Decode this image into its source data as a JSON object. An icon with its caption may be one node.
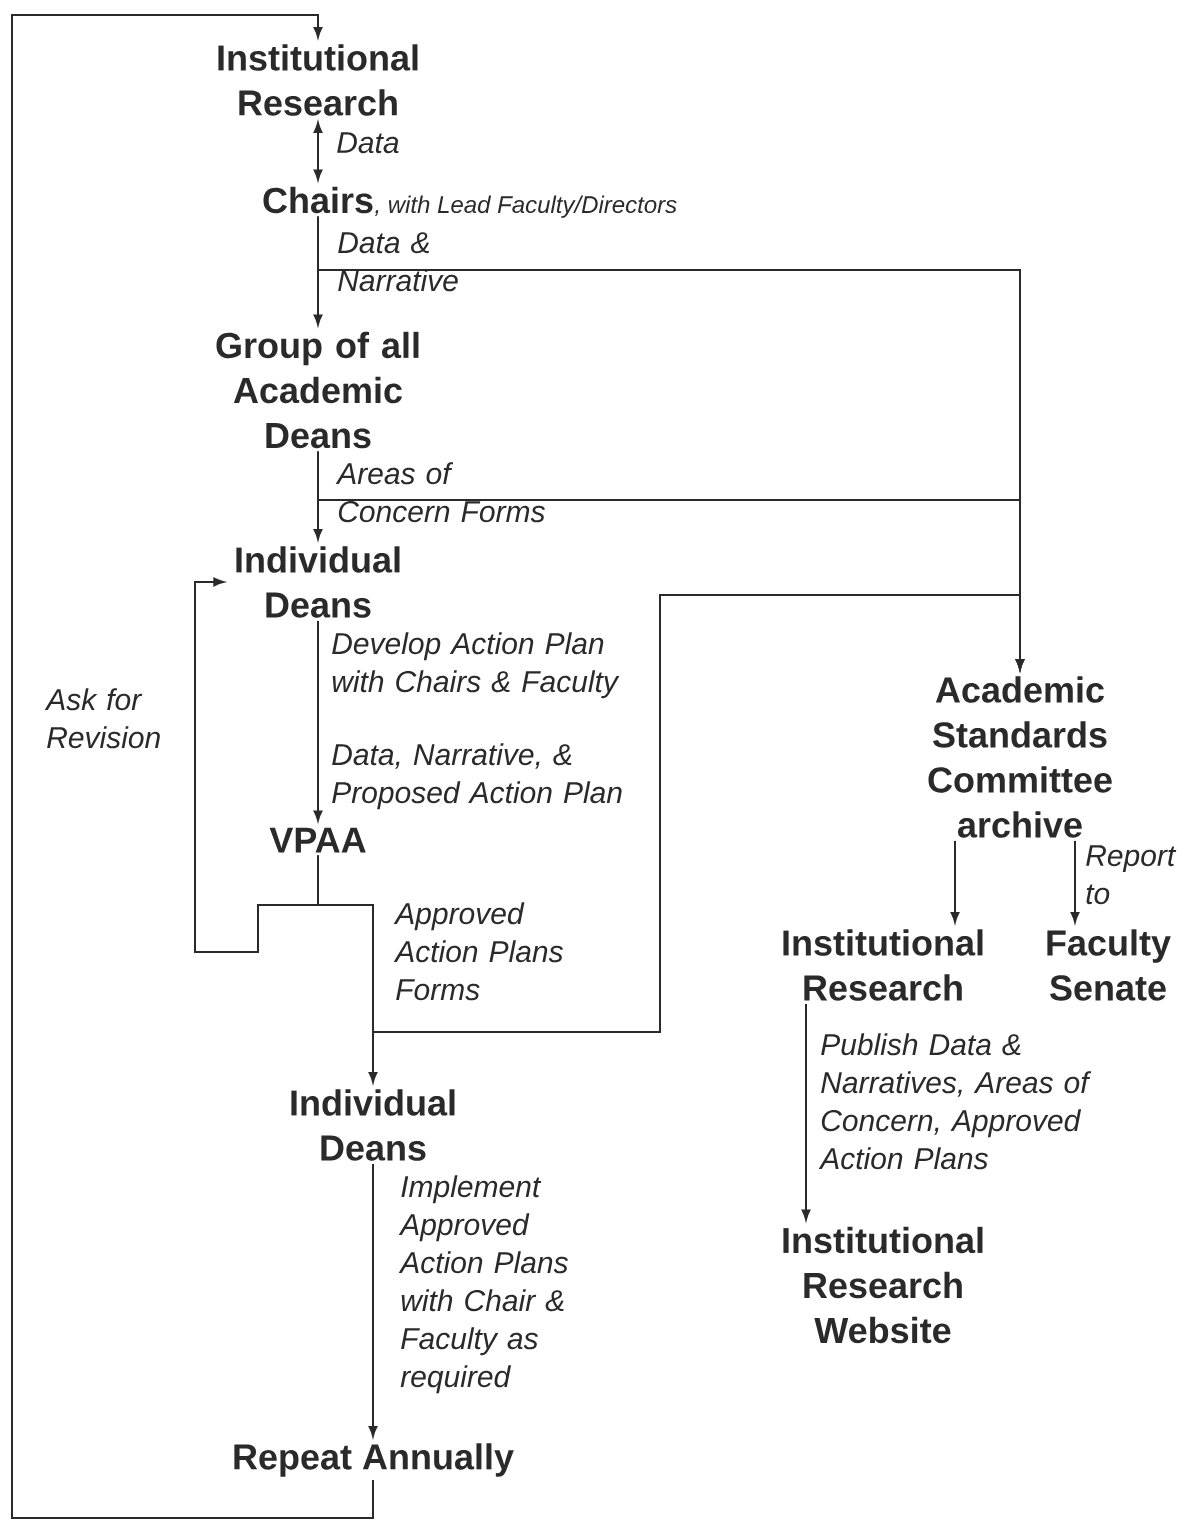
{
  "diagram": {
    "nodes": [
      {
        "text": [
          "Institutional Research"
        ]
      },
      {
        "text": [
          "Chairs"
        ],
        "beside": [
          ", with Lead Faculty/Directors"
        ]
      },
      {
        "text": [
          "Group of all Academic Deans"
        ]
      },
      {
        "text": [
          "Individual Deans"
        ]
      },
      {
        "text": [
          "VPAA"
        ]
      },
      {
        "text": [
          "Individual Deans"
        ]
      },
      {
        "text": [
          "Repeat Annually"
        ]
      },
      {
        "text": [
          "Academic Standards Committee archive"
        ]
      },
      {
        "text": [
          "Institutional Research"
        ]
      },
      {
        "text": [
          "Faculty Senate"
        ]
      },
      {
        "text": [
          "Institutional Research Website"
        ]
      }
    ],
    "edges": [
      {
        "from": 0,
        "to": 1,
        "arrow": "both",
        "label": "Data"
      },
      {
        "from": 1,
        "to": 2,
        "arrow": "to",
        "label": "Data & Narrative"
      },
      {
        "from": 1,
        "to": 7,
        "arrow": "to"
      },
      {
        "from": 2,
        "to": 3,
        "arrow": "to",
        "label": "Areas of Concern Forms"
      },
      {
        "from": 2,
        "to": 7,
        "arrow": "to"
      },
      {
        "from": 3,
        "to": 4,
        "arrow": "to",
        "label": "Data, Narrative, & Proposed Action Plan"
      },
      {
        "from": 4,
        "to": 3,
        "arrow": "to",
        "label": "Ask for Revision"
      },
      {
        "from": 4,
        "to": 5,
        "arrow": "to",
        "label": "Approved Action Plans Forms"
      },
      {
        "from": 4,
        "to": 7,
        "arrow": "to"
      },
      {
        "from": 5,
        "to": 6,
        "arrow": "to",
        "label": "Implement Approved Action Plans with Chair & Faculty as required"
      },
      {
        "from": 6,
        "to": 0,
        "arrow": "to"
      },
      {
        "from": 7,
        "to": 8,
        "arrow": "to"
      },
      {
        "from": 7,
        "to": 9,
        "arrow": "to",
        "label": "Report to"
      },
      {
        "from": 8,
        "to": 10,
        "arrow": "to",
        "label": "Publish Data & Narratives, Areas of Concern, Approved Action Plans"
      }
    ],
    "labels": [
      "Develop Action Plan with Chairs & Faculty"
    ]
  }
}
